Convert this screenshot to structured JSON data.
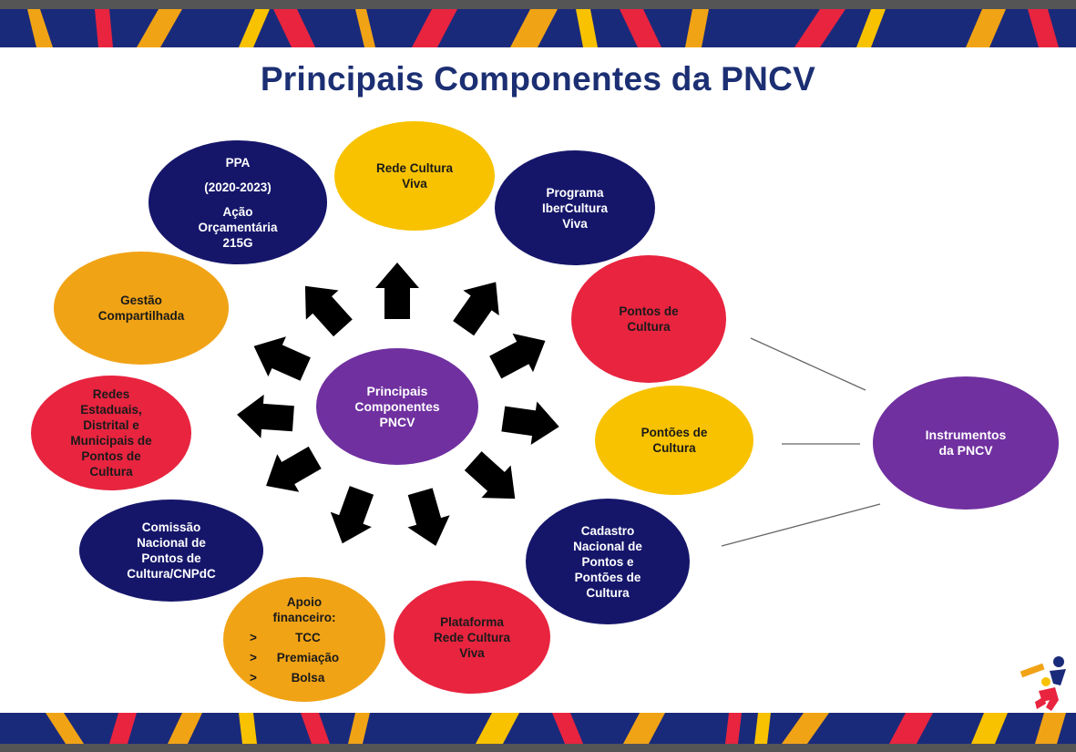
{
  "title": "Principais Componentes da PNCV",
  "center": {
    "lines": [
      "Principais",
      "Componentes",
      "PNCV"
    ]
  },
  "nodes": {
    "ppa": {
      "lines": [
        "PPA",
        "(2020-2023)",
        "Ação",
        "Orçamentária",
        "215G"
      ]
    },
    "rede": {
      "lines": [
        "Rede Cultura",
        "Viva"
      ]
    },
    "iber": {
      "lines": [
        "Programa",
        "IberCultura",
        "Viva"
      ]
    },
    "pontos": {
      "lines": [
        "Pontos de",
        "Cultura"
      ]
    },
    "pontoes": {
      "lines": [
        "Pontões de",
        "Cultura"
      ]
    },
    "cadastro": {
      "lines": [
        "Cadastro",
        "Nacional de",
        "Pontos e",
        "Pontões de",
        "Cultura"
      ]
    },
    "plataforma": {
      "lines": [
        "Plataforma",
        "Rede Cultura",
        "Viva"
      ]
    },
    "apoio": {
      "lines": [
        "Apoio",
        "financeiro:"
      ],
      "items": [
        {
          "marker": ">",
          "label": "TCC"
        },
        {
          "marker": ">",
          "label": "Premiação"
        },
        {
          "marker": ">",
          "label": "Bolsa"
        }
      ]
    },
    "comissao": {
      "lines": [
        "Comissão",
        "Nacional de",
        "Pontos de",
        "Cultura/CNPdC"
      ]
    },
    "redes": {
      "lines": [
        "Redes",
        "Estaduais,",
        "Distrital e",
        "Municipais de",
        "Pontos de",
        "Cultura"
      ]
    },
    "gestao": {
      "lines": [
        "Gestão",
        "Compartilhada"
      ]
    }
  },
  "instrumentos": {
    "lines": [
      "Instrumentos",
      "da PNCV"
    ]
  },
  "colors": {
    "navy": "#15166a",
    "yellow": "#f8c200",
    "red": "#e8243f",
    "orange": "#f1a316",
    "purple": "#7030a0",
    "title": "#1c2f73"
  }
}
